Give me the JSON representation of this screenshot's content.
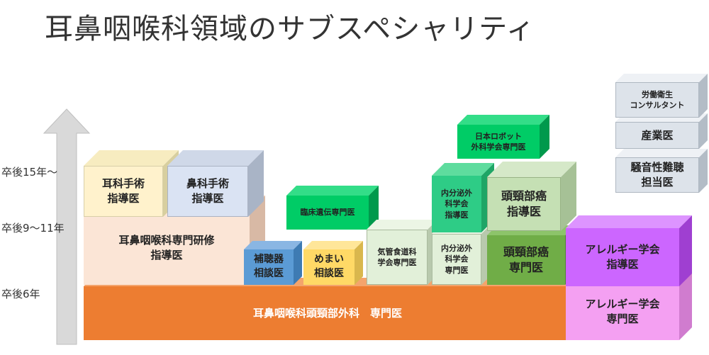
{
  "title": "耳鼻咽喉科領域のサブスペシャリティ",
  "y_labels": [
    "卒後15年〜",
    "卒後9〜11年",
    "卒後6年"
  ],
  "boxes": {
    "base": "耳鼻咽喉科頭頸部外科　専門医",
    "ent_training": "耳鼻咽喉科専門研修\n指導医",
    "otology": "耳科手術\n指導医",
    "rhinology": "鼻科手術\n指導医",
    "hearing_aid": "補聴器\n相談医",
    "vertigo": "めまい\n相談医",
    "clinical_genetics": "臨床遺伝専門医",
    "broncho": "気管食道科\n学会専門医",
    "endo_specialist": "内分泌外\n科学会\n専門医",
    "endo_instructor": "内分泌外\n科学会\n指導医",
    "robot": "日本ロボット\n外科学会専門医",
    "hn_specialist": "頭頸部癌\n専門医",
    "hn_instructor": "頭頸部癌\n指導医",
    "allergy_specialist": "アレルギー学会\n専門医",
    "allergy_instructor": "アレルギー学会\n指導医",
    "labor_consultant": "労働衛生\nコンサルタント",
    "occupational": "産業医",
    "noise": "騒音性難聴\n担当医"
  },
  "colors": {
    "base": "#ed7d31",
    "training": "#fbe5d6",
    "otology": "#fff2cc",
    "rhinology": "#dae3f3",
    "hearing_aid": "#5b9bd5",
    "vertigo": "#ffd966",
    "genetics": "#00cc66",
    "light_green": "#e2f0d9",
    "teal": "#2ecc86",
    "hn_specialist": "#70ad47",
    "hn_instructor": "#c5e0b4",
    "allergy_specialist": "#f4a0f2",
    "allergy_instructor": "#cc66ff",
    "gray": "#dde3ea"
  }
}
